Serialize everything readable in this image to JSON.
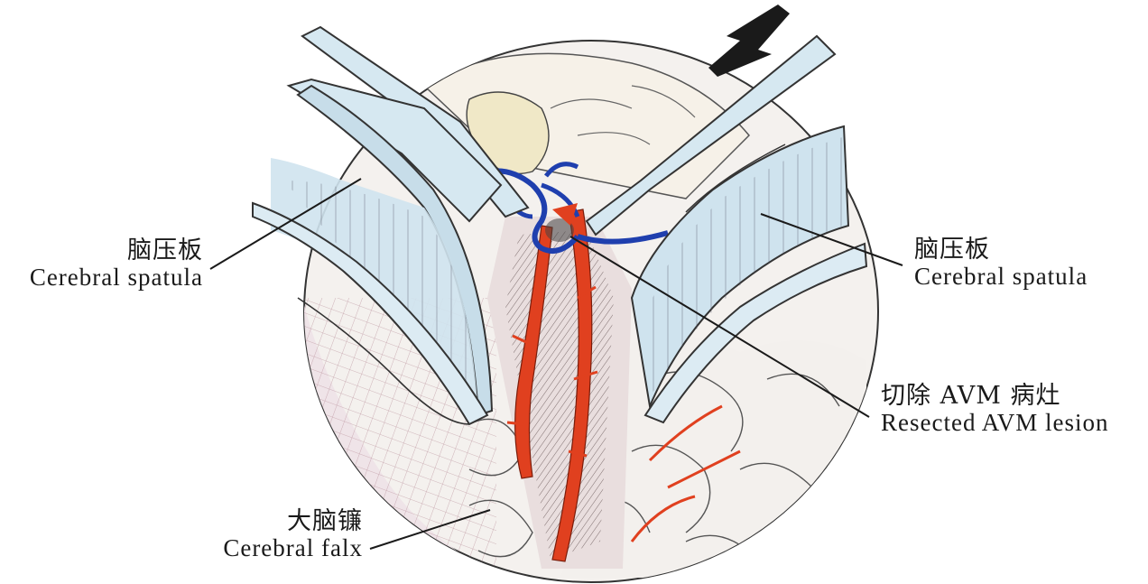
{
  "labels": {
    "spatula_left": {
      "zh": "脑压板",
      "en": "Cerebral  spatula"
    },
    "spatula_right": {
      "zh": "脑压板",
      "en": "Cerebral  spatula"
    },
    "avm": {
      "zh": "切除 AVM 病灶",
      "en": "Resected  AVM  lesion"
    },
    "falx": {
      "zh": "大脑镰",
      "en": "Cerebral  falx"
    }
  },
  "colors": {
    "artery": "#e0401f",
    "vein": "#1f3fae",
    "spatula": "#cfe3ee",
    "brain": "#f4f1ee"
  }
}
